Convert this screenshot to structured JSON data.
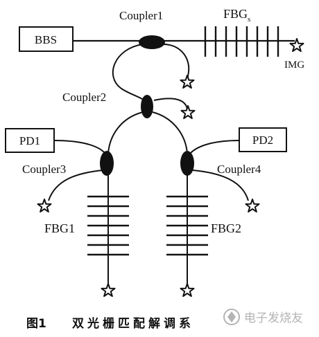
{
  "diagram": {
    "labels": {
      "bbs": "BBS",
      "fbg_s": "FBG",
      "fbg_s_sub": "s",
      "img": "IMG",
      "coupler1": "Coupler1",
      "coupler2": "Coupler2",
      "coupler3": "Coupler3",
      "coupler4": "Coupler4",
      "pd1": "PD1",
      "pd2": "PD2",
      "fbg1": "FBG1",
      "fbg2": "FBG2"
    },
    "caption": {
      "figure_number": "图1",
      "title": "双光栅匹配解调系"
    },
    "watermark": "电子发烧友"
  }
}
